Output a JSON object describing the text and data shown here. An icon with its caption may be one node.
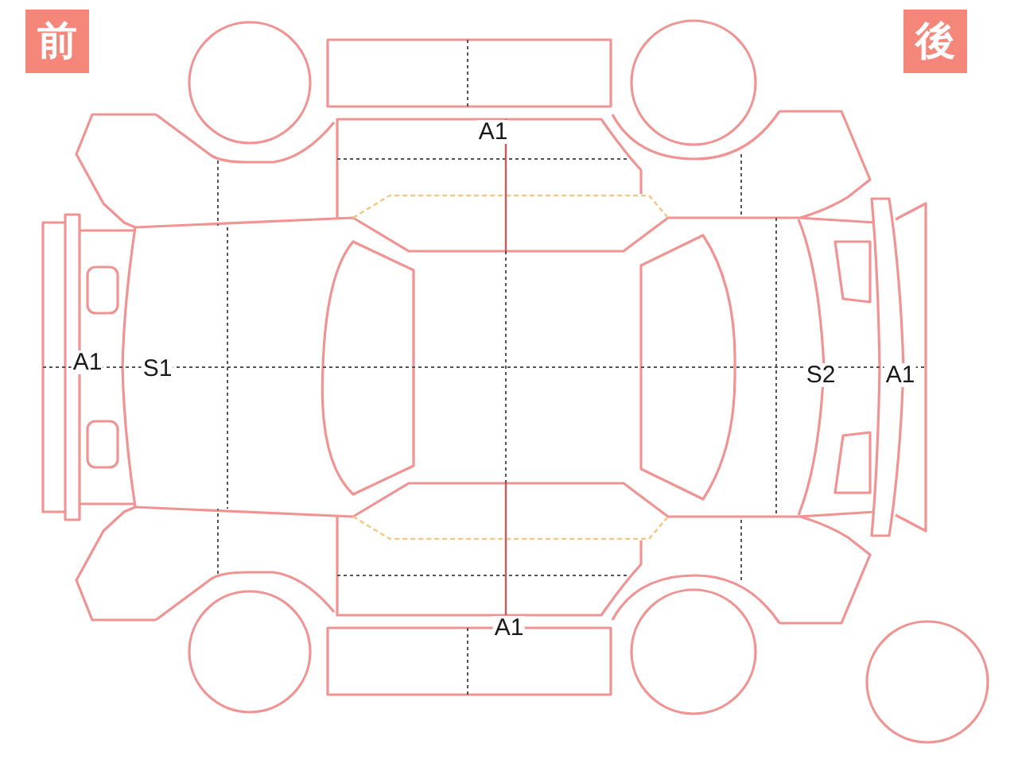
{
  "diagram": {
    "labels": [
      "前",
      "後",
      "A1",
      "A1",
      "S1",
      "S2",
      "A1",
      "A1"
    ]
  }
}
